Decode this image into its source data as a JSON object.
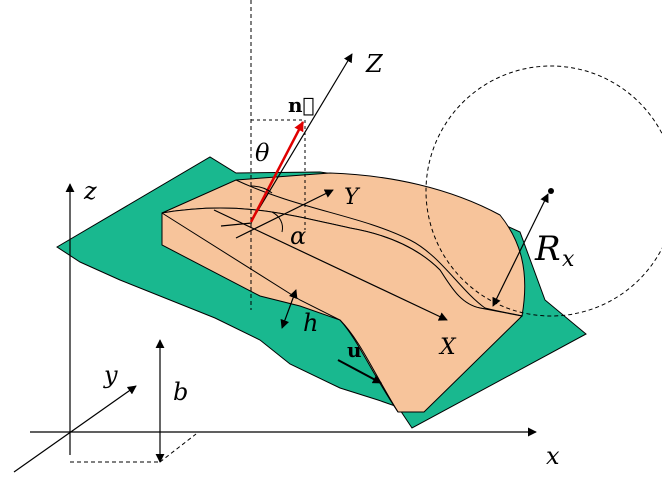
{
  "colors": {
    "plane": "#19b88f",
    "film": "#f7c49b",
    "normal_vector": "#e00000",
    "ink": "#000000"
  },
  "labels": {
    "z_global": "z",
    "y_global": "y",
    "x_global": "x",
    "b": "b",
    "Z_local": "Z",
    "Y_local": "Y",
    "X_local": "X",
    "n_vec": "n⃗",
    "theta": "θ",
    "alpha": "α",
    "h": "h",
    "u": "u",
    "R_main": "R",
    "R_sub": "x"
  }
}
